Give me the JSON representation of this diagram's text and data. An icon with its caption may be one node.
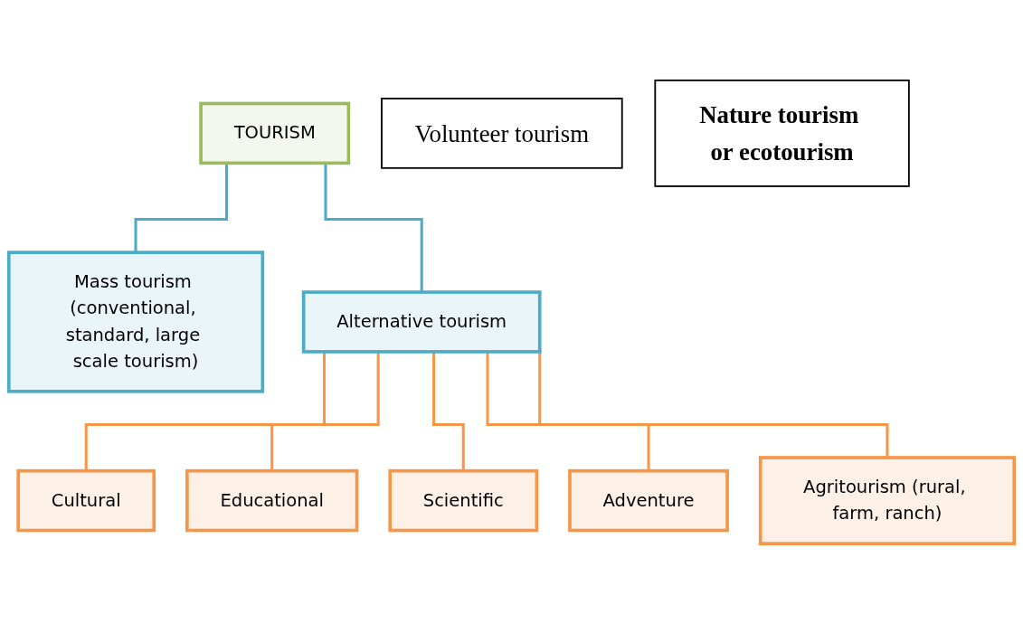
{
  "diagram": {
    "nodes": [
      {
        "text": [
          "TOURISM"
        ]
      },
      {
        "text": [
          "Mass tourism (conventional, standard, large scale tourism)"
        ]
      },
      {
        "text": [
          "Alternative tourism"
        ]
      },
      {
        "text": [
          "Cultural"
        ]
      },
      {
        "text": [
          "Educational"
        ]
      },
      {
        "text": [
          "Scientific"
        ]
      },
      {
        "text": [
          "Adventure"
        ]
      },
      {
        "text": [
          "Agritourism (rural, farm, ranch)"
        ]
      },
      {
        "text": [
          "Volunteer tourism"
        ]
      },
      {
        "text": [
          "Nature tourism or ecotourism"
        ]
      }
    ],
    "edges": [
      {
        "from": 0,
        "to": 1,
        "arrow": "none",
        "color": "#4bacc6"
      },
      {
        "from": 0,
        "to": 2,
        "arrow": "none",
        "color": "#4bacc6"
      },
      {
        "from": 2,
        "to": 3,
        "arrow": "none"
      },
      {
        "from": 2,
        "to": 4,
        "arrow": "none"
      },
      {
        "from": 2,
        "to": 5,
        "arrow": "none"
      },
      {
        "from": 2,
        "to": 6,
        "arrow": "none"
      },
      {
        "from": 2,
        "to": 7,
        "arrow": "none"
      }
    ]
  }
}
